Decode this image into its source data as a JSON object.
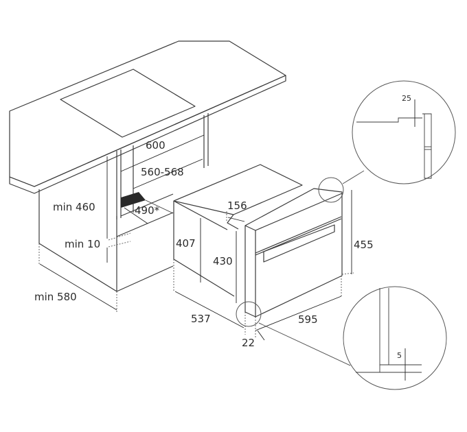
{
  "diagram": {
    "subject": "Built-in oven installation dimensions under countertop",
    "units": "mm",
    "colors": {
      "line": "#3a3a3a",
      "text": "#2b2b2b",
      "vent": "#2a2a2a",
      "background": "#ffffff"
    },
    "cabinet_labels": {
      "width_outer": "600",
      "width_inner": "560-568",
      "vent_depth": "490*",
      "height_min": "min 460",
      "gap_min": "min 10",
      "depth_min": "min 580"
    },
    "oven_labels": {
      "top_step": "156",
      "side_height": "407",
      "body_height": "430",
      "front_height": "455",
      "depth": "537",
      "front_width": "595",
      "door_offset": "22"
    },
    "detail_top": {
      "label": "25"
    },
    "detail_bottom": {
      "label": "5"
    }
  }
}
